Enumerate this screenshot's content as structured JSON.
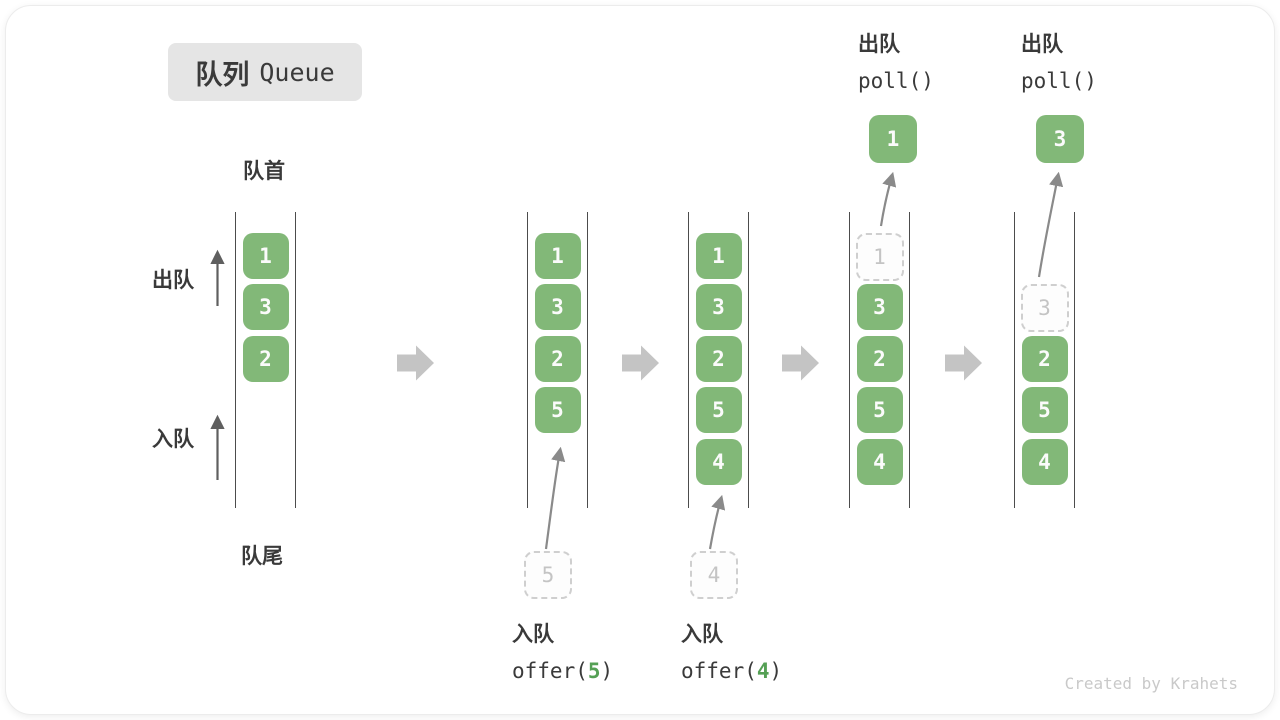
{
  "title": {
    "zh": "队列",
    "en": "Queue"
  },
  "labels": {
    "front": "队首",
    "rear": "队尾",
    "dequeue": "出队",
    "enqueue": "入队"
  },
  "credit": "Created by Krahets",
  "colors": {
    "box_green": "#82b878",
    "accent_green": "#55a055",
    "block_arrow_gray": "#c4c4c4",
    "dashed_gray": "#cfcfcf",
    "queue_line": "#4c4c4c",
    "label_dark": "#3a3a3a",
    "title_bg": "#e5e5e5",
    "credit_gray": "#c9c9c9"
  },
  "states": [
    {
      "name": "initial",
      "slots": [
        "1",
        "3",
        "2"
      ]
    },
    {
      "name": "after-offer-5",
      "slots": [
        "1",
        "3",
        "2",
        "5"
      ],
      "pending": "5",
      "op_label": "入队",
      "op_fn": "offer(",
      "op_arg": "5",
      "op_end": ")"
    },
    {
      "name": "after-offer-4",
      "slots": [
        "1",
        "3",
        "2",
        "5",
        "4"
      ],
      "pending": "4",
      "op_label": "入队",
      "op_fn": "offer(",
      "op_arg": "4",
      "op_end": ")"
    },
    {
      "name": "poll-first",
      "dashed": "1",
      "slots": [
        "3",
        "2",
        "5",
        "4"
      ],
      "popped": "1",
      "op_label": "出队",
      "op_fn": "poll()"
    },
    {
      "name": "poll-second",
      "dashed": "3",
      "slots": [
        "2",
        "5",
        "4"
      ],
      "popped": "3",
      "op_label": "出队",
      "op_fn": "poll()"
    }
  ]
}
